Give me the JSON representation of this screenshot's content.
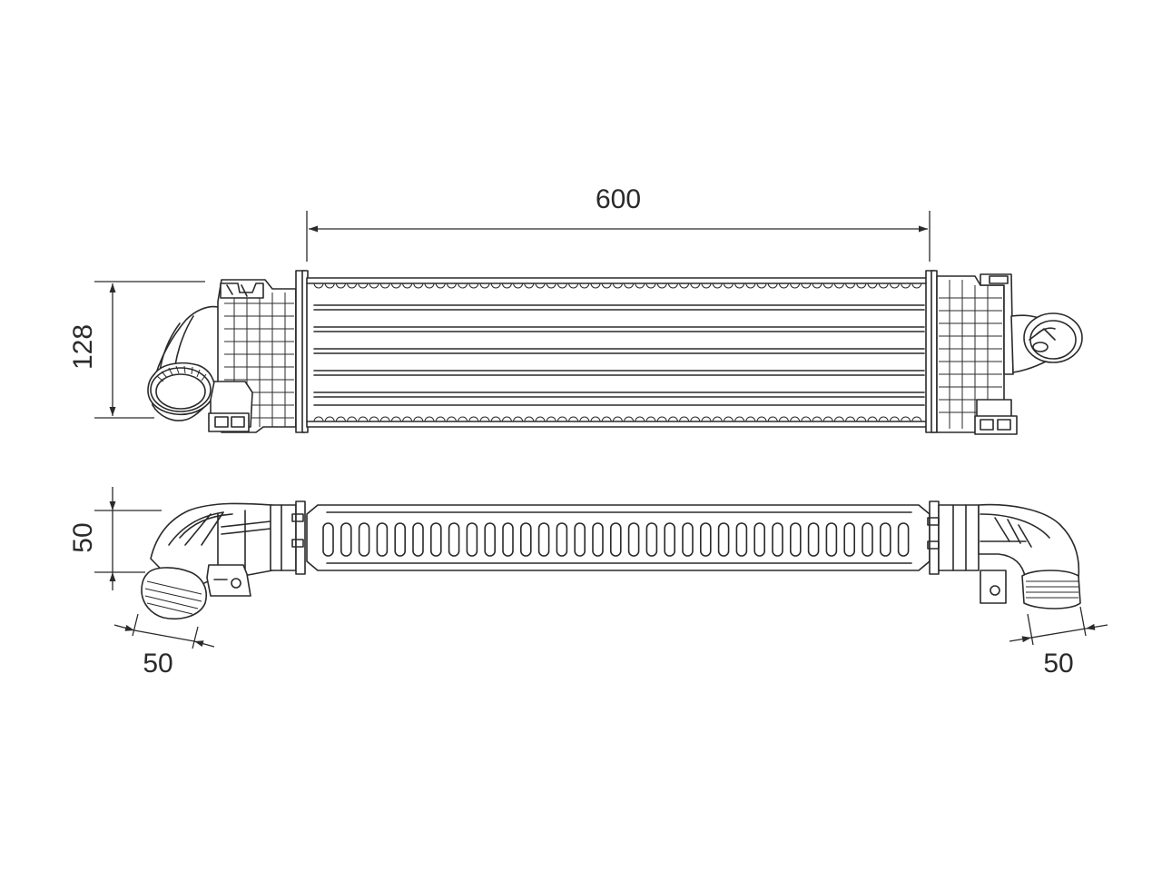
{
  "dimensions": {
    "length": "600",
    "height": "128",
    "depth": "50",
    "inlet_diameter": "50",
    "outlet_diameter": "50"
  }
}
